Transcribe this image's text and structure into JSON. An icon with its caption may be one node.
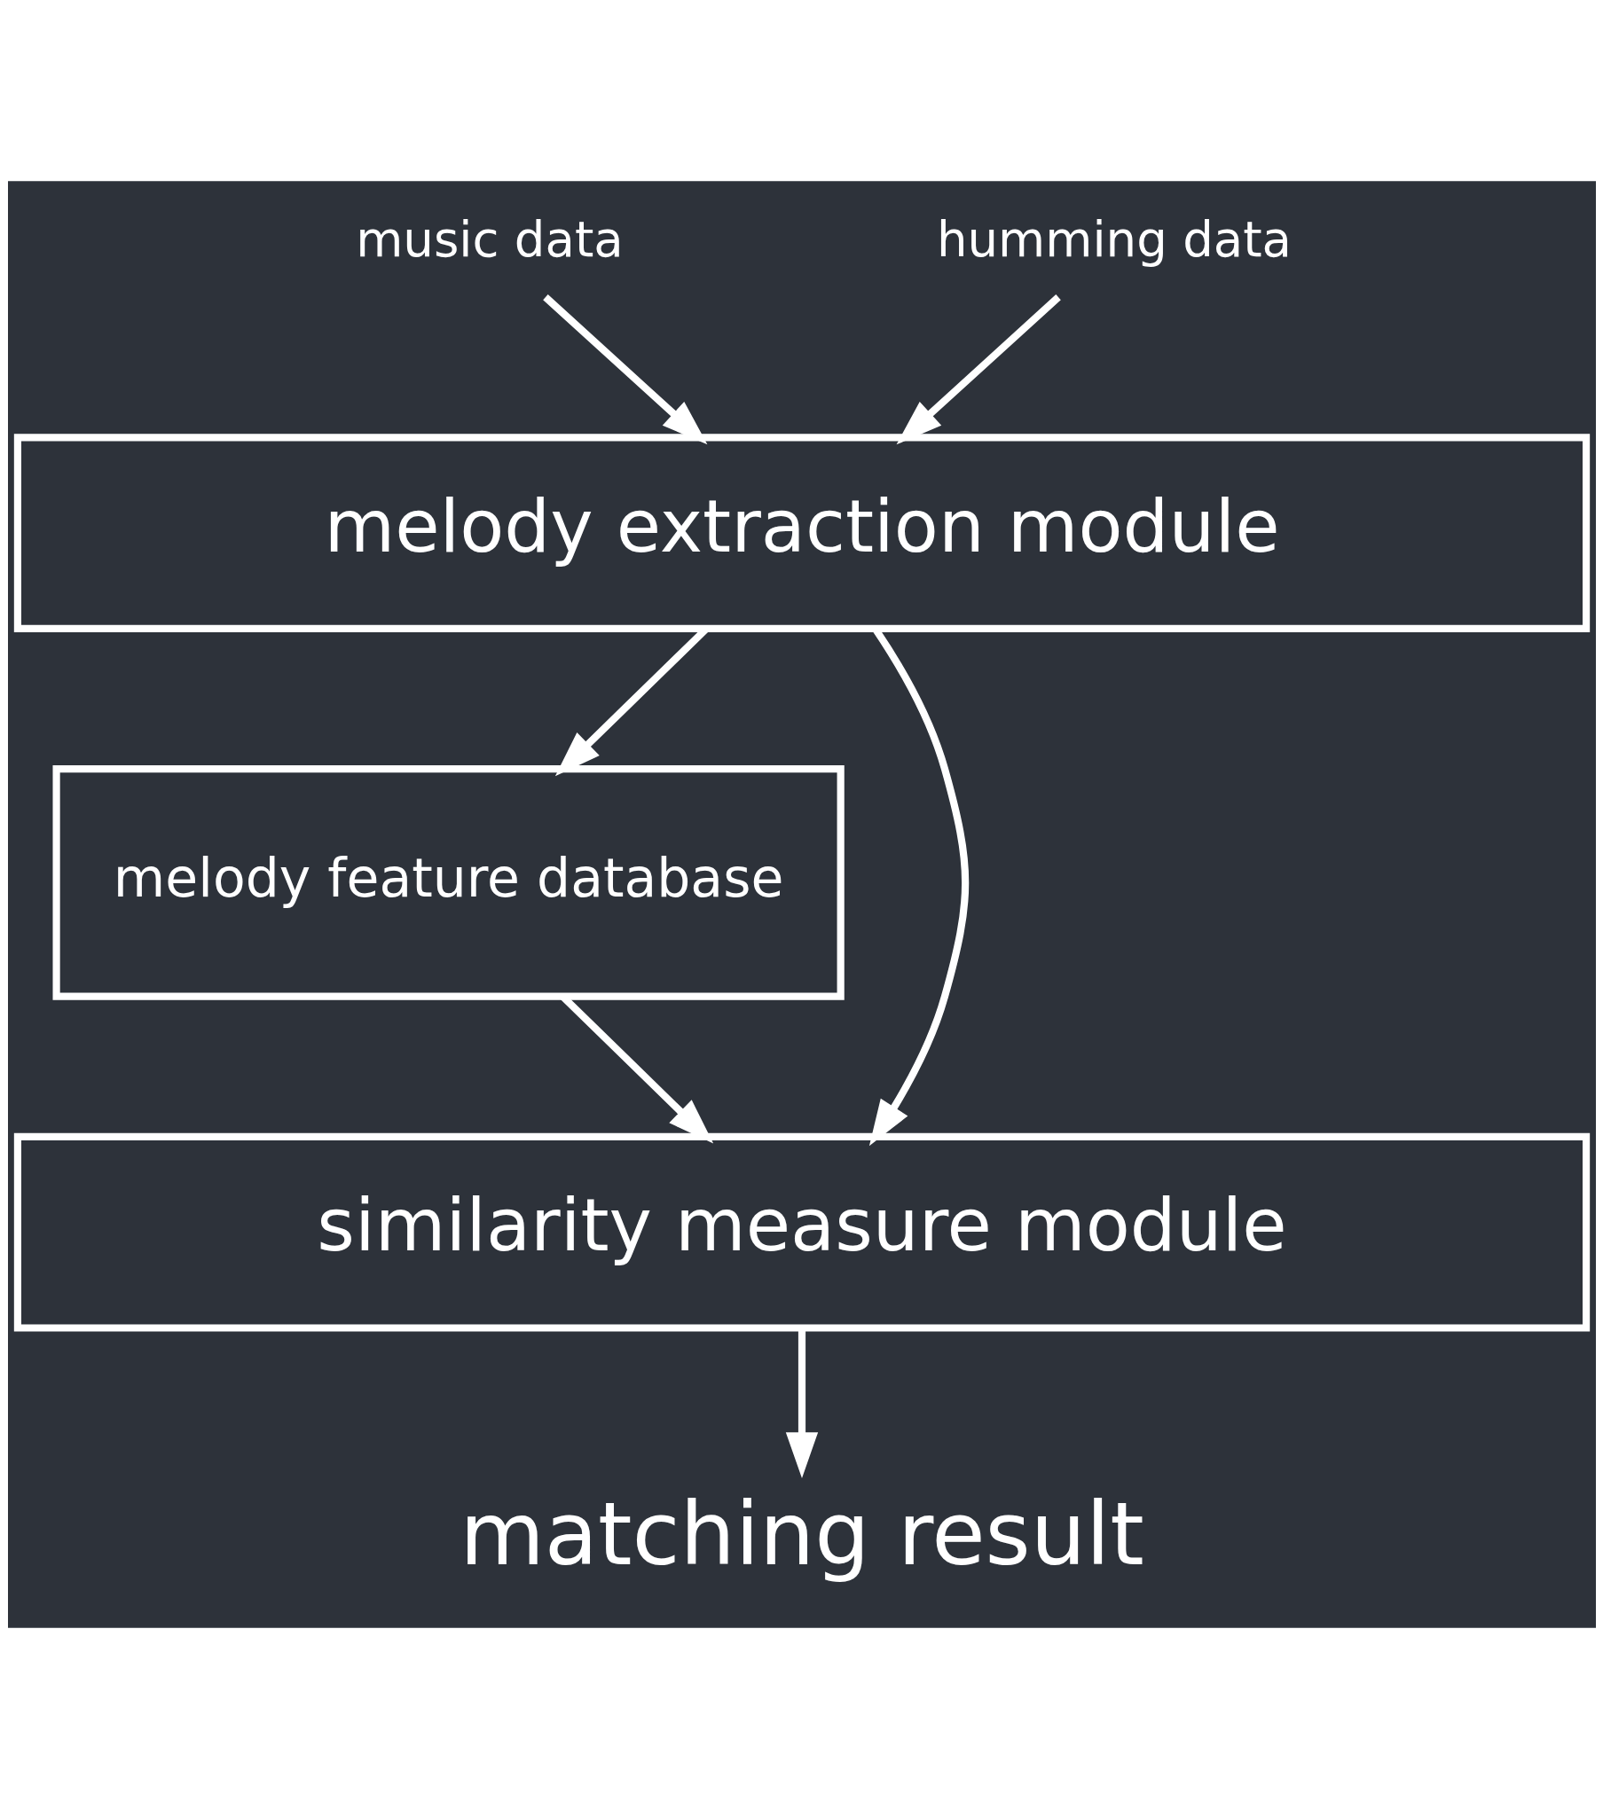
{
  "diagram": {
    "nodes": [
      {
        "text": [
          "music data"
        ]
      },
      {
        "text": [
          "humming data"
        ]
      },
      {
        "text": [
          "melody extraction module"
        ]
      },
      {
        "text": [
          "melody feature database"
        ]
      },
      {
        "text": [
          "similarity measure module"
        ]
      },
      {
        "text": [
          "matching result"
        ]
      }
    ],
    "edges": [
      {
        "from": 0,
        "to": 2,
        "arrow": "to"
      },
      {
        "from": 1,
        "to": 2,
        "arrow": "to"
      },
      {
        "from": 2,
        "to": 3,
        "arrow": "to"
      },
      {
        "from": 2,
        "to": 4,
        "arrow": "to"
      },
      {
        "from": 3,
        "to": 4,
        "arrow": "to"
      },
      {
        "from": 4,
        "to": 5,
        "arrow": "to"
      }
    ]
  }
}
